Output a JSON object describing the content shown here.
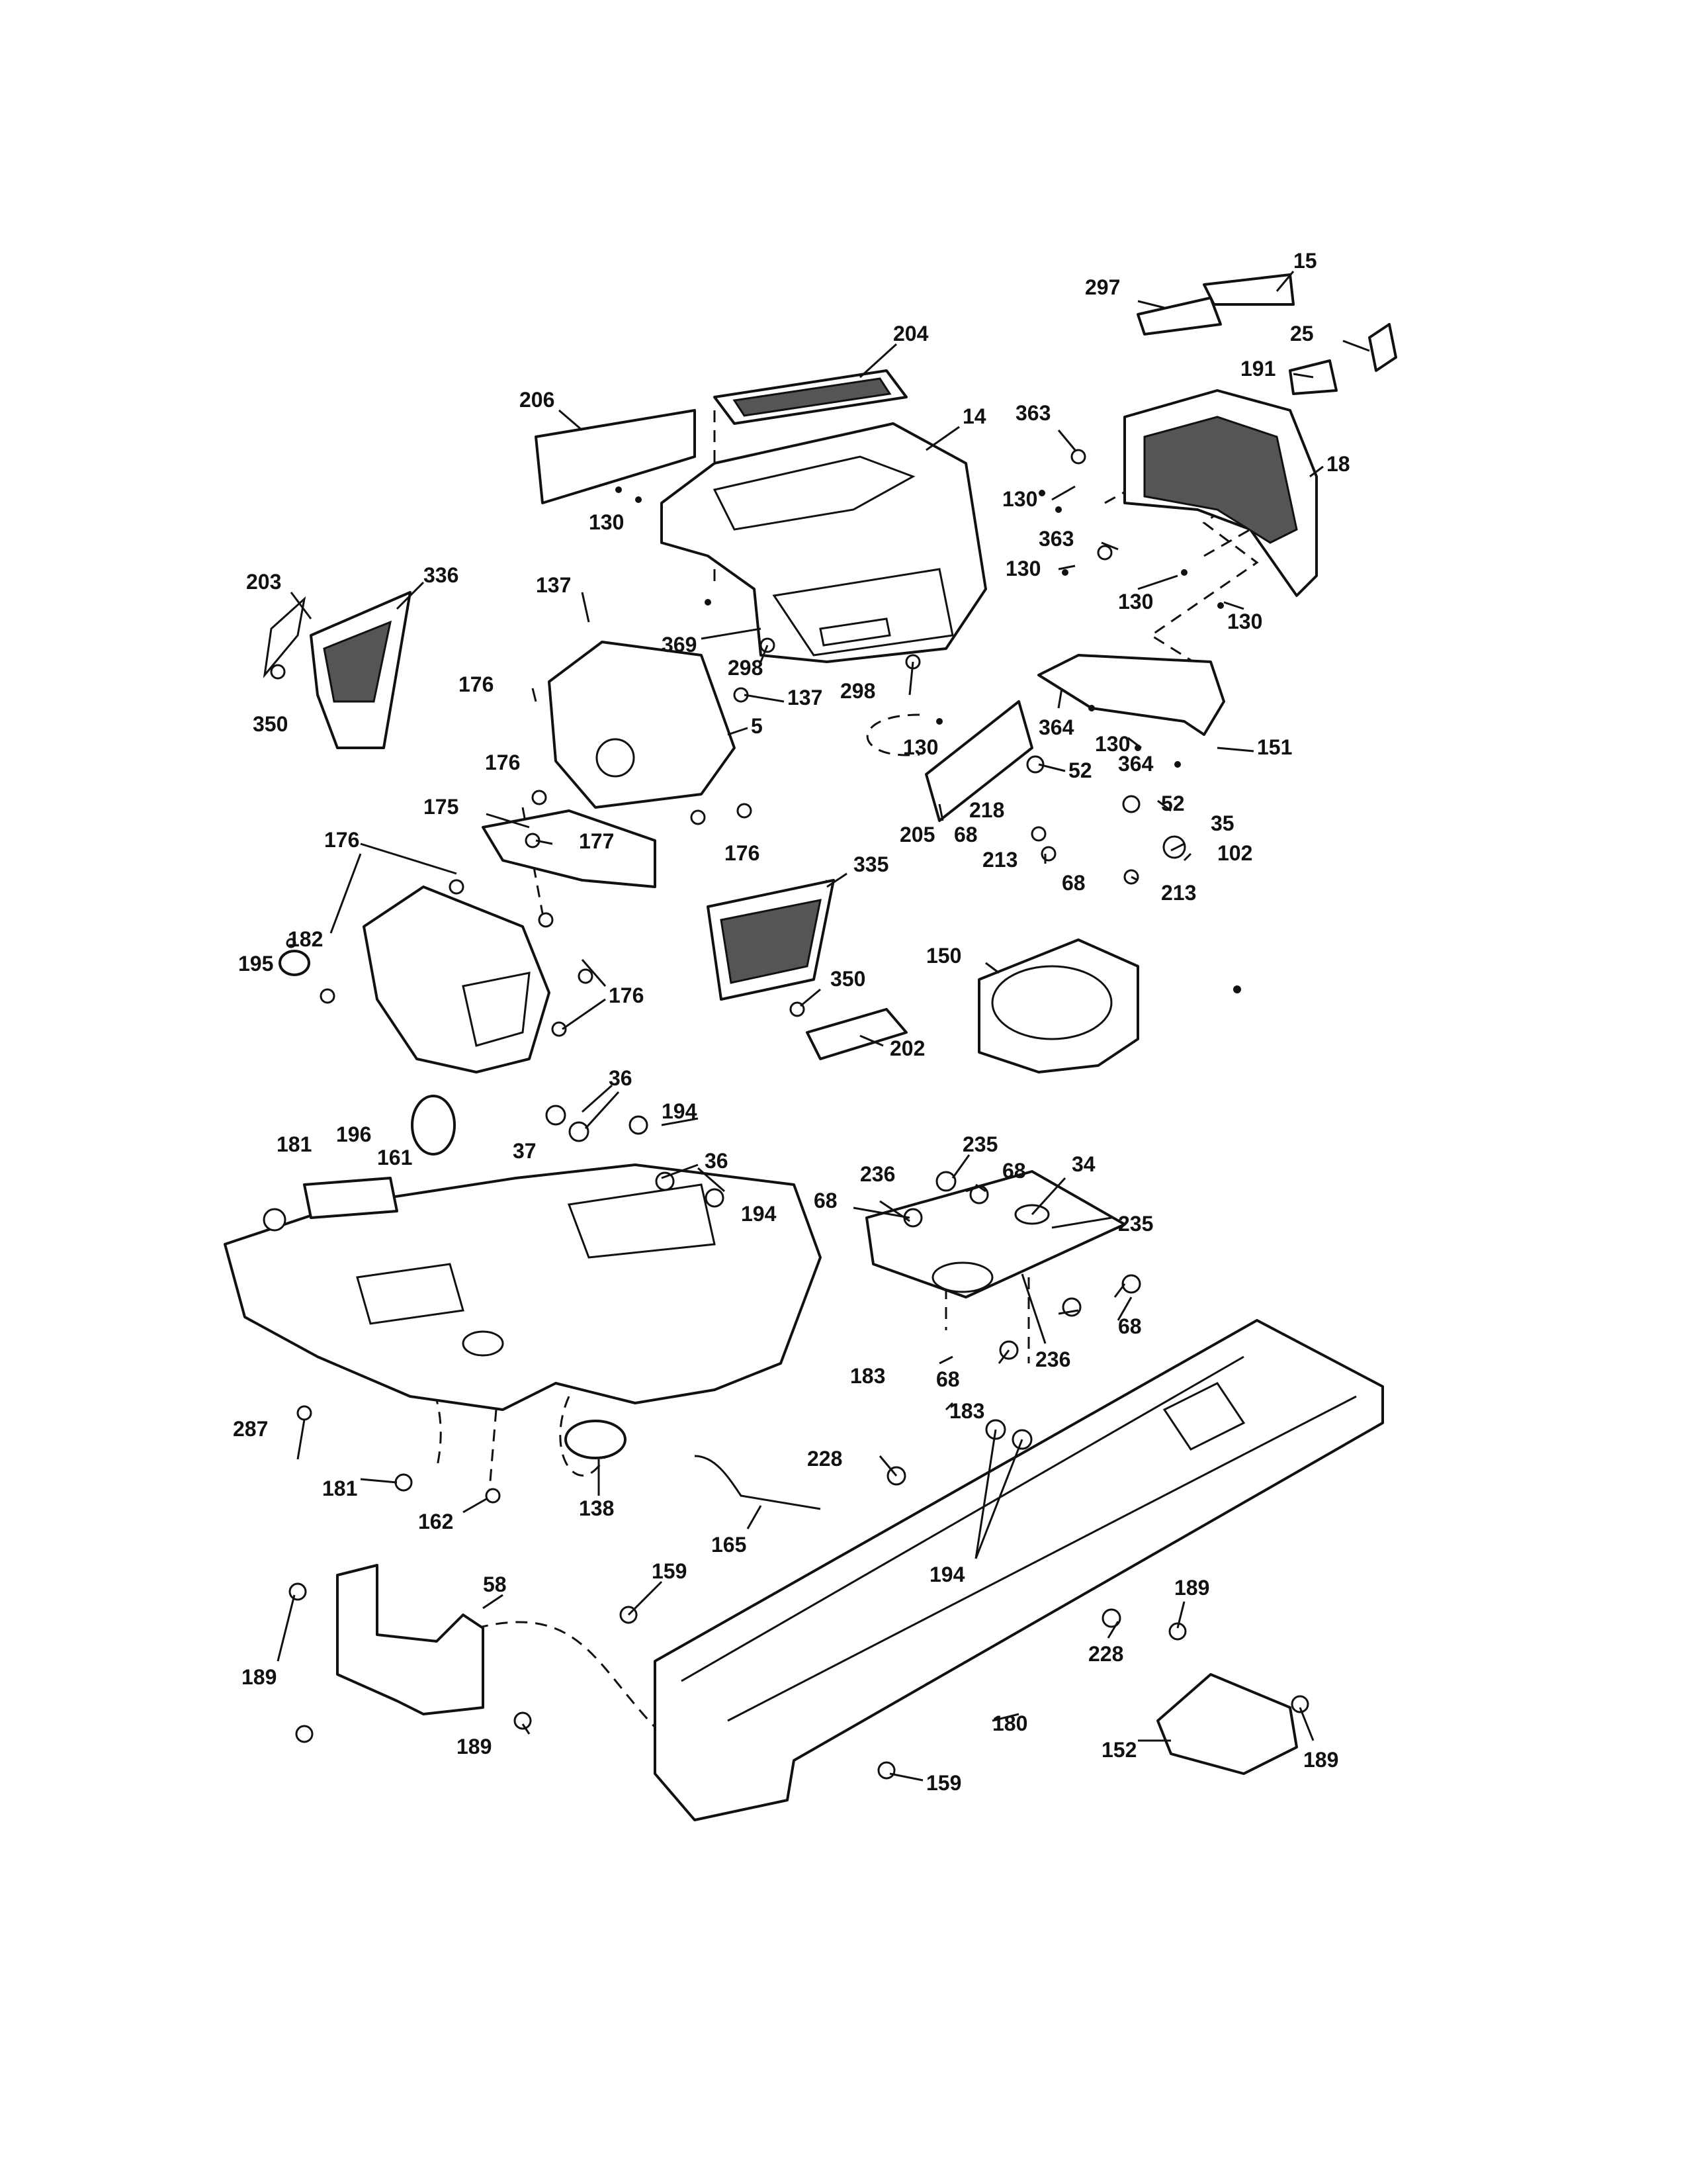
{
  "callouts": [
    {
      "id": "15",
      "label": "15"
    },
    {
      "id": "297",
      "label": "297"
    },
    {
      "id": "204",
      "label": "204"
    },
    {
      "id": "25",
      "label": "25"
    },
    {
      "id": "191",
      "label": "191"
    },
    {
      "id": "206",
      "label": "206"
    },
    {
      "id": "14",
      "label": "14"
    },
    {
      "id": "363a",
      "label": "363"
    },
    {
      "id": "18",
      "label": "18"
    },
    {
      "id": "130a",
      "label": "130"
    },
    {
      "id": "130b",
      "label": "130"
    },
    {
      "id": "363b",
      "label": "363"
    },
    {
      "id": "130c",
      "label": "130"
    },
    {
      "id": "130d",
      "label": "130"
    },
    {
      "id": "130e",
      "label": "130"
    },
    {
      "id": "203",
      "label": "203"
    },
    {
      "id": "336",
      "label": "336"
    },
    {
      "id": "137a",
      "label": "137"
    },
    {
      "id": "369",
      "label": "369"
    },
    {
      "id": "298a",
      "label": "298"
    },
    {
      "id": "176a",
      "label": "176"
    },
    {
      "id": "137b",
      "label": "137"
    },
    {
      "id": "298b",
      "label": "298"
    },
    {
      "id": "350a",
      "label": "350"
    },
    {
      "id": "5",
      "label": "5"
    },
    {
      "id": "364a",
      "label": "364"
    },
    {
      "id": "130f",
      "label": "130"
    },
    {
      "id": "130g",
      "label": "130"
    },
    {
      "id": "151",
      "label": "151"
    },
    {
      "id": "176b",
      "label": "176"
    },
    {
      "id": "364b",
      "label": "364"
    },
    {
      "id": "52a",
      "label": "52"
    },
    {
      "id": "175",
      "label": "175"
    },
    {
      "id": "52b",
      "label": "52"
    },
    {
      "id": "218",
      "label": "218"
    },
    {
      "id": "176c",
      "label": "176"
    },
    {
      "id": "177",
      "label": "177"
    },
    {
      "id": "205",
      "label": "205"
    },
    {
      "id": "68a",
      "label": "68"
    },
    {
      "id": "35",
      "label": "35"
    },
    {
      "id": "102",
      "label": "102"
    },
    {
      "id": "176d",
      "label": "176"
    },
    {
      "id": "213a",
      "label": "213"
    },
    {
      "id": "335",
      "label": "335"
    },
    {
      "id": "68b",
      "label": "68"
    },
    {
      "id": "213b",
      "label": "213"
    },
    {
      "id": "182",
      "label": "182"
    },
    {
      "id": "150",
      "label": "150"
    },
    {
      "id": "195",
      "label": "195"
    },
    {
      "id": "350b",
      "label": "350"
    },
    {
      "id": "176e",
      "label": "176"
    },
    {
      "id": "202",
      "label": "202"
    },
    {
      "id": "36a",
      "label": "36"
    },
    {
      "id": "194a",
      "label": "194"
    },
    {
      "id": "181a",
      "label": "181"
    },
    {
      "id": "196",
      "label": "196"
    },
    {
      "id": "161",
      "label": "161"
    },
    {
      "id": "37",
      "label": "37"
    },
    {
      "id": "36b",
      "label": "36"
    },
    {
      "id": "235a",
      "label": "235"
    },
    {
      "id": "236a",
      "label": "236"
    },
    {
      "id": "68c",
      "label": "68"
    },
    {
      "id": "34",
      "label": "34"
    },
    {
      "id": "68d",
      "label": "68"
    },
    {
      "id": "194b",
      "label": "194"
    },
    {
      "id": "235b",
      "label": "235"
    },
    {
      "id": "68e",
      "label": "68"
    },
    {
      "id": "236b",
      "label": "236"
    },
    {
      "id": "183a",
      "label": "183"
    },
    {
      "id": "68f",
      "label": "68"
    },
    {
      "id": "183b",
      "label": "183"
    },
    {
      "id": "287",
      "label": "287"
    },
    {
      "id": "228a",
      "label": "228"
    },
    {
      "id": "181b",
      "label": "181"
    },
    {
      "id": "138",
      "label": "138"
    },
    {
      "id": "162",
      "label": "162"
    },
    {
      "id": "165",
      "label": "165"
    },
    {
      "id": "194c",
      "label": "194"
    },
    {
      "id": "58",
      "label": "58"
    },
    {
      "id": "159a",
      "label": "159"
    },
    {
      "id": "189a",
      "label": "189"
    },
    {
      "id": "228b",
      "label": "228"
    },
    {
      "id": "189b",
      "label": "189"
    },
    {
      "id": "180",
      "label": "180"
    },
    {
      "id": "189c",
      "label": "189"
    },
    {
      "id": "152",
      "label": "152"
    },
    {
      "id": "159b",
      "label": "159"
    },
    {
      "id": "189d",
      "label": "189"
    }
  ]
}
